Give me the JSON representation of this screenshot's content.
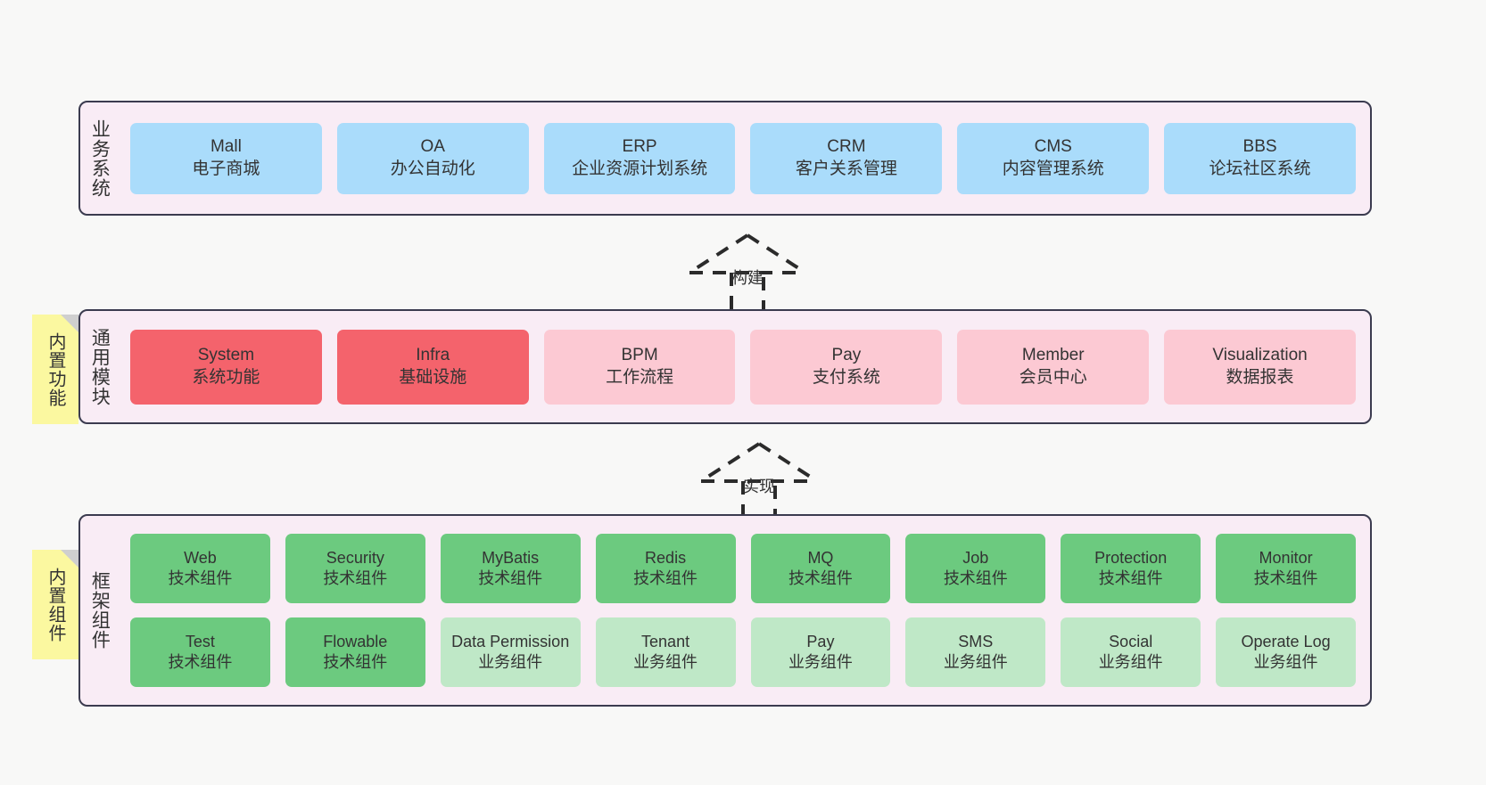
{
  "diagram": {
    "background_color": "#f8f8f7",
    "band_fill": "#f9ecf5",
    "band_border": "#3b3b4f"
  },
  "layers": [
    {
      "id": "business-systems",
      "title": "业务系统",
      "items": [
        {
          "name": "Mall",
          "desc": "电子商城",
          "color": "#aadcfb",
          "style": "blue"
        },
        {
          "name": "OA",
          "desc": "办公自动化",
          "color": "#aadcfb",
          "style": "blue"
        },
        {
          "name": "ERP",
          "desc": "企业资源计划系统",
          "color": "#aadcfb",
          "style": "blue"
        },
        {
          "name": "CRM",
          "desc": "客户关系管理",
          "color": "#aadcfb",
          "style": "blue"
        },
        {
          "name": "CMS",
          "desc": "内容管理系统",
          "color": "#aadcfb",
          "style": "blue"
        },
        {
          "name": "BBS",
          "desc": "论坛社区系统",
          "color": "#aadcfb",
          "style": "blue"
        }
      ]
    },
    {
      "id": "common-modules",
      "title": "通用模块",
      "sticky": "内置功能",
      "items": [
        {
          "name": "System",
          "desc": "系统功能",
          "color": "#f4636c",
          "style": "red"
        },
        {
          "name": "Infra",
          "desc": "基础设施",
          "color": "#f4636c",
          "style": "red"
        },
        {
          "name": "BPM",
          "desc": "工作流程",
          "color": "#fcc9d3",
          "style": "pink"
        },
        {
          "name": "Pay",
          "desc": "支付系统",
          "color": "#fcc9d3",
          "style": "pink"
        },
        {
          "name": "Member",
          "desc": "会员中心",
          "color": "#fcc9d3",
          "style": "pink"
        },
        {
          "name": "Visualization",
          "desc": "数据报表",
          "color": "#fcc9d3",
          "style": "pink"
        }
      ]
    },
    {
      "id": "framework-components",
      "title": "框架组件",
      "sticky": "内置组件",
      "row1": [
        {
          "name": "Web",
          "desc": "技术组件",
          "color": "#6cca7f",
          "style": "green"
        },
        {
          "name": "Security",
          "desc": "技术组件",
          "color": "#6cca7f",
          "style": "green"
        },
        {
          "name": "MyBatis",
          "desc": "技术组件",
          "color": "#6cca7f",
          "style": "green"
        },
        {
          "name": "Redis",
          "desc": "技术组件",
          "color": "#6cca7f",
          "style": "green"
        },
        {
          "name": "MQ",
          "desc": "技术组件",
          "color": "#6cca7f",
          "style": "green"
        },
        {
          "name": "Job",
          "desc": "技术组件",
          "color": "#6cca7f",
          "style": "green"
        },
        {
          "name": "Protection",
          "desc": "技术组件",
          "color": "#6cca7f",
          "style": "green"
        },
        {
          "name": "Monitor",
          "desc": "技术组件",
          "color": "#6cca7f",
          "style": "green"
        }
      ],
      "row2": [
        {
          "name": "Test",
          "desc": "技术组件",
          "color": "#6cca7f",
          "style": "green"
        },
        {
          "name": "Flowable",
          "desc": "技术组件",
          "color": "#6cca7f",
          "style": "green"
        },
        {
          "name": "Data Permission",
          "desc": "业务组件",
          "color": "#bfe8c7",
          "style": "lgreen"
        },
        {
          "name": "Tenant",
          "desc": "业务组件",
          "color": "#bfe8c7",
          "style": "lgreen"
        },
        {
          "name": "Pay",
          "desc": "业务组件",
          "color": "#bfe8c7",
          "style": "lgreen"
        },
        {
          "name": "SMS",
          "desc": "业务组件",
          "color": "#bfe8c7",
          "style": "lgreen"
        },
        {
          "name": "Social",
          "desc": "业务组件",
          "color": "#bfe8c7",
          "style": "lgreen"
        },
        {
          "name": "Operate Log",
          "desc": "业务组件",
          "color": "#bfe8c7",
          "style": "lgreen"
        }
      ]
    }
  ],
  "connectors": [
    {
      "id": "connector-build",
      "label": "构建",
      "from": "common-modules",
      "to": "business-systems"
    },
    {
      "id": "connector-implement",
      "label": "实现",
      "from": "framework-components",
      "to": "common-modules"
    }
  ]
}
